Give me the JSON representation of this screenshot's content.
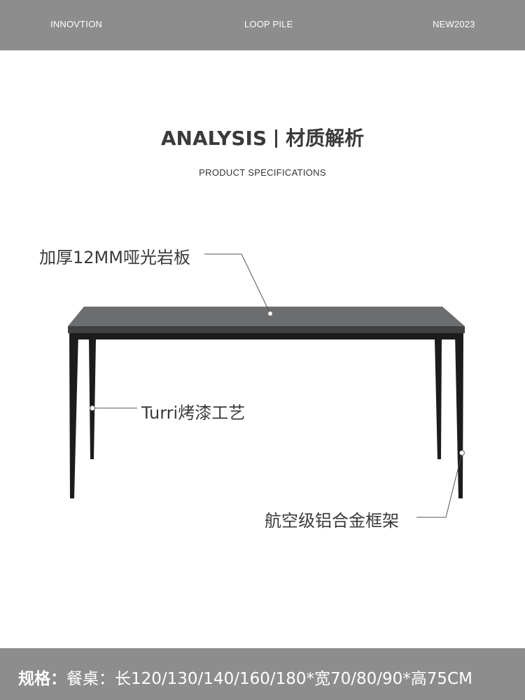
{
  "header": {
    "left": "INNOVTION",
    "center": "LOOP PILE",
    "right": "NEW2023"
  },
  "section": {
    "title_en": "ANALYSIS",
    "title_cn": "材质解析",
    "subtitle": "PRODUCT SPECIFICATIONS"
  },
  "callouts": {
    "top": "加厚12MM哑光岩板",
    "leg": "Turri烤漆工艺",
    "frame": "航空级铝合金框架"
  },
  "footer": {
    "spec_label": "规格：",
    "spec_value": "餐桌：长120/130/140/160/180*宽70/80/90*高75CM"
  },
  "colors": {
    "bar": "#8d8d8d",
    "tabletop": "#6b6d6f",
    "frame": "#1c1c1c"
  }
}
